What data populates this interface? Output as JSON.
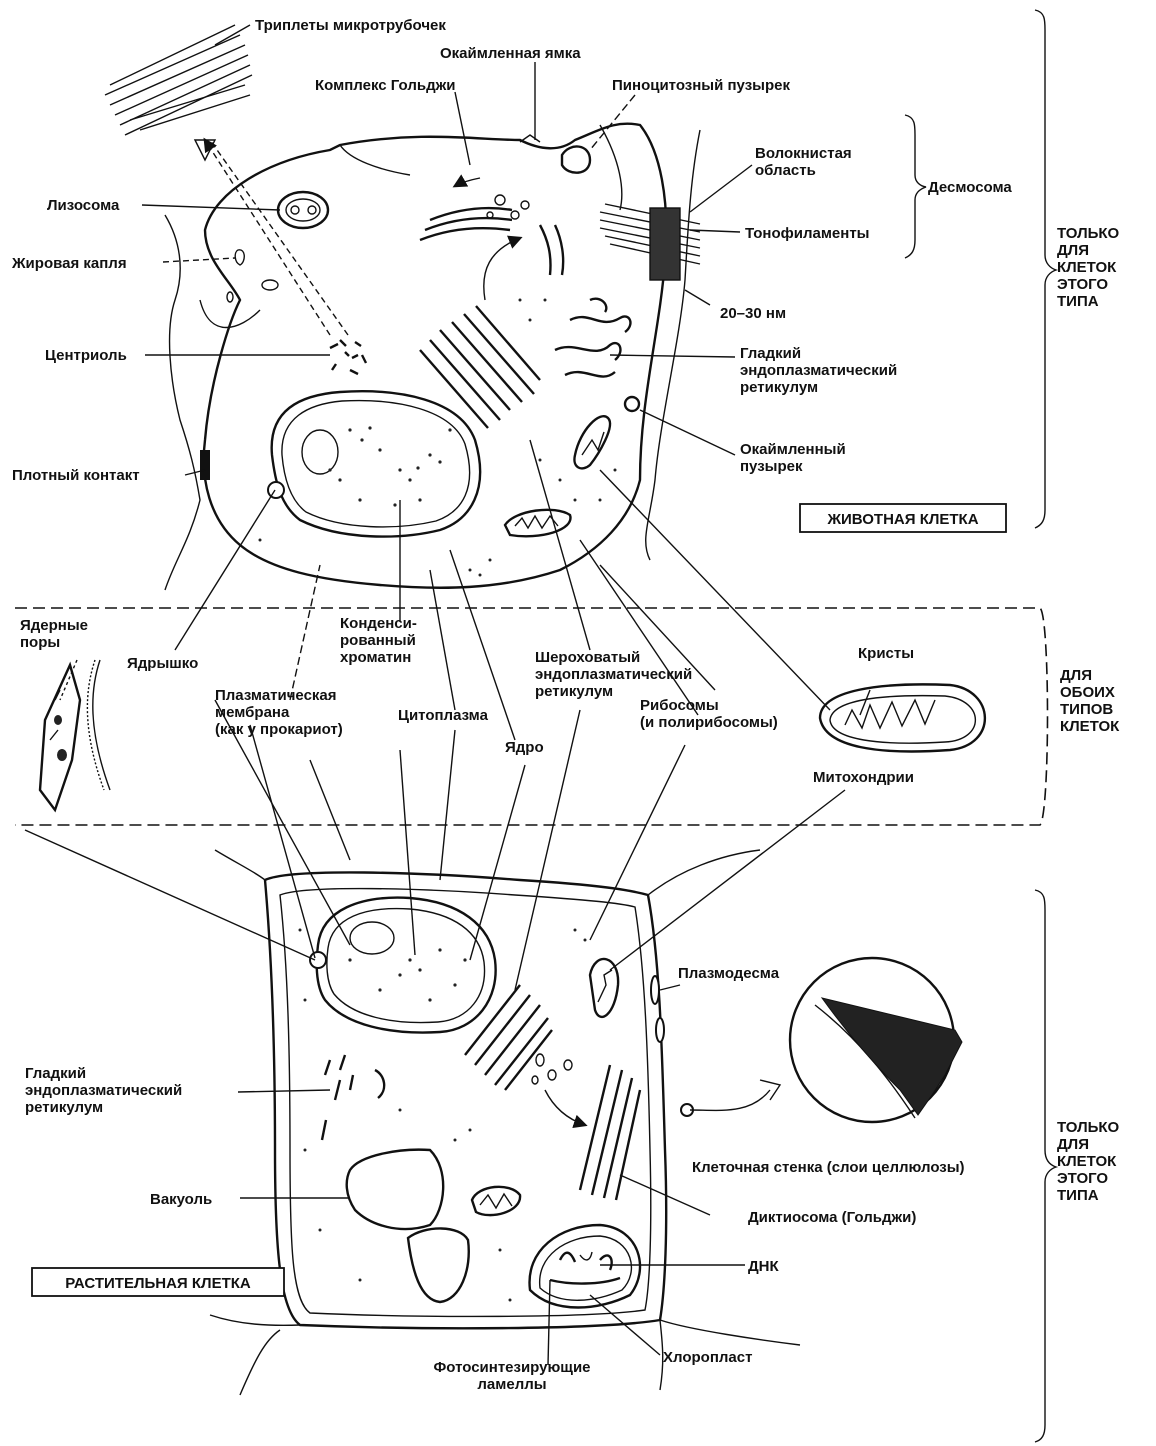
{
  "labels": {
    "triplets": "Триплеты микротрубочек",
    "coated_pit": "Окаймленная ямка",
    "golgi": "Комплекс Гольджи",
    "pinocytic": "Пиноцитозный пузырек",
    "fibrous": "Волокнистая\nобласть",
    "desmosome": "Десмосома",
    "tonofilaments": "Тонофиламенты",
    "lysosome": "Лизосома",
    "fat_drop": "Жировая капля",
    "nm": "20–30 нм",
    "centriole": "Центриоль",
    "smooth_er_top": "Гладкий\nэндоплазматический\nретикулум",
    "coated_vesicle": "Окаймленный\nпузырек",
    "tight_junction": "Плотный контакт",
    "animal_cell": "ЖИВОТНАЯ КЛЕТКА",
    "only_this_top": "ТОЛЬКО\nДЛЯ\nКЛЕТОК\nЭТОГО\nТИПА",
    "nuclear_pores": "Ядерные\nпоры",
    "nucleolus": "Ядрышко",
    "chromatin": "Конденси-\nрованный\nхроматин",
    "plasma_membrane": "Плазматическая\nмембрана\n(как у прокариот)",
    "cytoplasm": "Цитоплазма",
    "rough_er": "Шероховатый\nэндоплазматический\nретикулум",
    "nucleus": "Ядро",
    "ribosomes": "Рибосомы\n(и полирибосомы)",
    "cristae": "Кристы",
    "mitochondria": "Митохондрии",
    "both_types": "ДЛЯ\nОБОИХ\nТИПОВ\nКЛЕТОК",
    "plasmodesma": "Плазмодесма",
    "smooth_er_bottom": "Гладкий\nэндоплазматический\nретикулум",
    "cell_wall": "Клеточная стенка (слои целлюлозы)",
    "vacuole": "Вакуоль",
    "dictyosome": "Диктиосома (Гольджи)",
    "dna": "ДНК",
    "plant_cell": "РАСТИТЕЛЬНАЯ КЛЕТКА",
    "chloroplast": "Хлоропласт",
    "lamellae": "Фотосинтезирующие\nламеллы",
    "only_this_bottom": "ТОЛЬКО\nДЛЯ\nКЛЕТОК\nЭТОГО\nТИПА"
  }
}
